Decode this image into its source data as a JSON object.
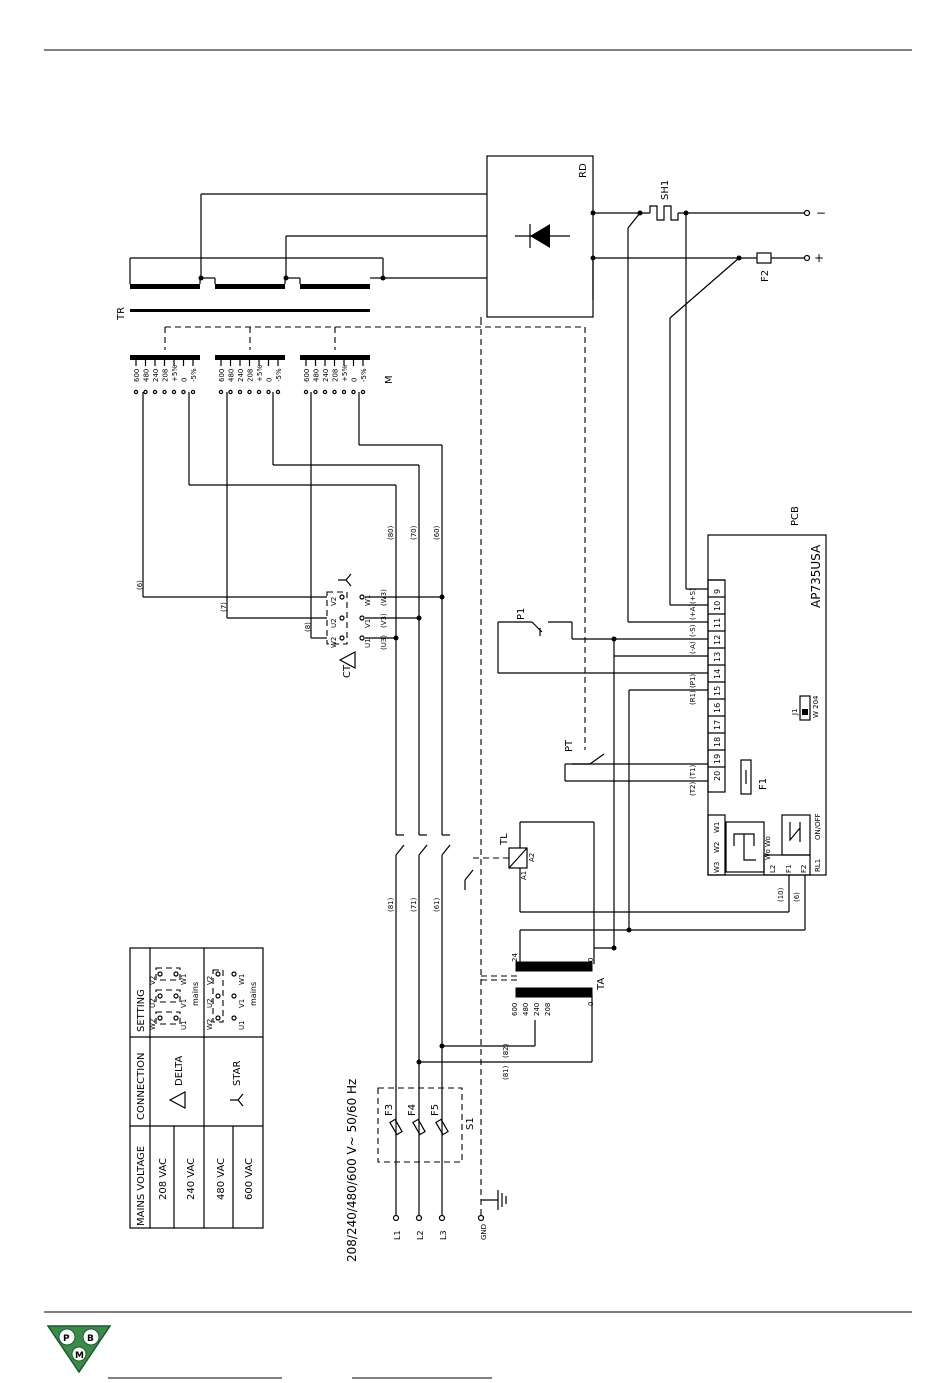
{
  "colors": {
    "line": "#000000",
    "logo_green": "#3a8a4a",
    "logo_white": "#ffffff"
  },
  "logo": {
    "name": "pfm-logo",
    "letters": "PBM"
  },
  "mains_table": {
    "headers": {
      "voltage": "MAINS VOLTAGE",
      "connection": "CONNECTION",
      "setting": "SETTING"
    },
    "voltages": [
      "208 VAC",
      "240 VAC",
      "480 VAC",
      "600 VAC"
    ],
    "connections": {
      "delta": "DELTA",
      "star": "STAR"
    },
    "setting_labels": {
      "u1": "U1",
      "v1": "V1",
      "w1": "W1",
      "u2": "U2",
      "v2": "V2",
      "w2": "W2",
      "mains": "mains"
    }
  },
  "supply": {
    "spec": "208/240/480/600 V~   50/60 Hz",
    "terminals": [
      "L1",
      "L2",
      "L3",
      "GND"
    ]
  },
  "fuses": {
    "f3": "F3",
    "f4": "F4",
    "f5": "F5",
    "switch": "S1",
    "f2": "F2",
    "f1": "F1"
  },
  "components": {
    "transformer_main": "TR",
    "rectifier": "RD",
    "shunt": "SH1",
    "motor_taps": "M",
    "current_transformer": "CT",
    "contactor": "TL",
    "contactor_a1": "A1",
    "contactor_a2": "A2",
    "aux_transformer": "TA",
    "pcb": "PCB",
    "pcb_model": "AP735USA",
    "p1": "P1",
    "pt": "PT",
    "jumper": "J1",
    "jumper_val": "W 204",
    "relay": "RL1",
    "on_off": "ON/OFF",
    "won_won": "Wo Wo"
  },
  "tap_labels": [
    "600",
    "480",
    "240",
    "208",
    "+5%",
    "0",
    "-5%"
  ],
  "ta_primary_taps": [
    "600",
    "480",
    "240",
    "208",
    "0"
  ],
  "ta_secondary": [
    "24",
    "0"
  ],
  "output": {
    "minus": "−",
    "plus": "+"
  },
  "pcb_terminals": [
    "9",
    "10",
    "11",
    "12",
    "13",
    "14",
    "15",
    "16",
    "17",
    "18",
    "19",
    "20"
  ],
  "pcb_left_terminals": [
    "W3",
    "W2",
    "W1",
    "L2",
    "F1",
    "F2"
  ],
  "wire_labels": {
    "w9": "(+S)",
    "w11": "(+A)",
    "w12": "(-S)",
    "w13": "(-A)",
    "w15": "(P1)",
    "w16": "(R1)",
    "w19": "(T1)",
    "w20": "(T2)",
    "cta": "(6)",
    "ctb": "(7)",
    "ctc": "(8)",
    "u1w": "(U3)",
    "v1w": "(V3)",
    "w1w": "(W3)",
    "w80": "(80)",
    "w70": "(70)",
    "w60": "(60)",
    "w81": "(81)",
    "w71": "(71)",
    "w61": "(61)",
    "w82": "(82)",
    "w83": "(81)",
    "relay_a": "(10)",
    "relay_b": "(6)"
  }
}
